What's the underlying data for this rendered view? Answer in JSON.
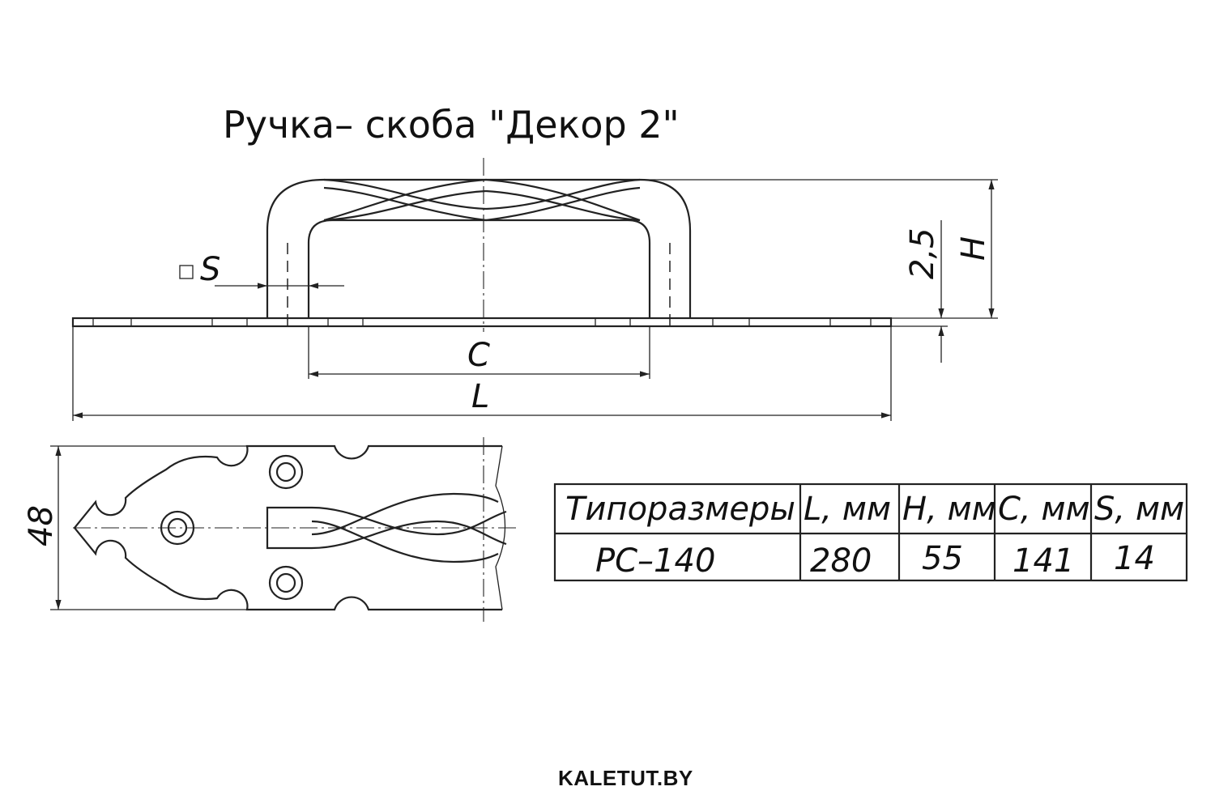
{
  "title": "Ручка– скоба \"Декор 2\"",
  "dimensions": {
    "s": "S",
    "c": "C",
    "l": "L",
    "h": "H",
    "gap": "2,5",
    "width": "48"
  },
  "table": {
    "headers": [
      "Типоразмеры",
      "L, мм",
      "H, мм",
      "C, мм",
      "S, мм"
    ],
    "rows": [
      [
        "PC–140",
        "280",
        "55",
        "141",
        "14"
      ]
    ]
  },
  "brand": "KALETUT.BY"
}
